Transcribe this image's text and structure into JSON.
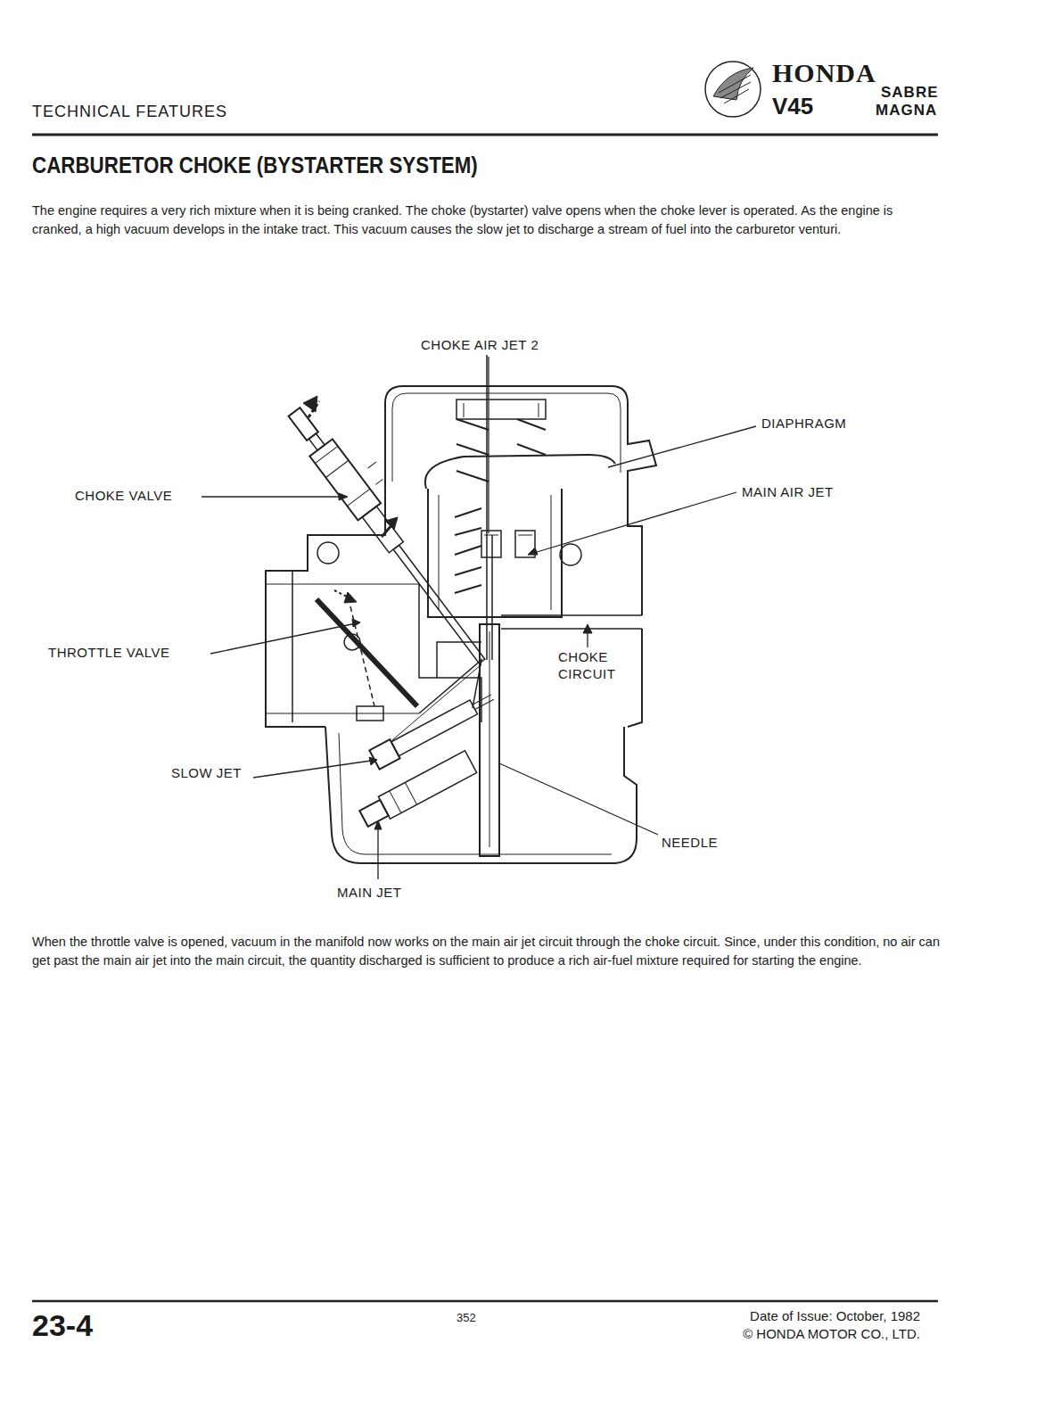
{
  "diagram": {
    "title": "CARBURETOR CHOKE (BYSTARTER SYSTEM)",
    "labels": [
      "TECHNICAL FEATURES",
      "HONDA",
      "V45",
      "SABRE",
      "MAGNA",
      "The engine requires a very rich mixture when it is being cranked. The choke (bystarter) valve opens when the choke lever is operated. As the engine is cranked, a high vacuum develops in the intake tract. This vacuum causes the slow jet to discharge a stream of fuel into the carburetor venturi.",
      "CHOKE AIR JET 2",
      "DIAPHRAGM",
      "CHOKE VALVE",
      "MAIN AIR JET",
      "THROTTLE VALVE",
      "CHOKE CIRCUIT",
      "SLOW JET",
      "NEEDLE",
      "MAIN JET",
      "When the throttle valve is opened, vacuum in the manifold now works on the main air jet circuit through the choke circuit. Since, under this condition, no air can get past the main air jet into the main circuit, the quantity discharged is sufficient to produce a rich air-fuel mixture required for starting the engine.",
      "23-4",
      "352",
      "Date of Issue: October, 1982",
      "© HONDA MOTOR CO., LTD."
    ]
  }
}
